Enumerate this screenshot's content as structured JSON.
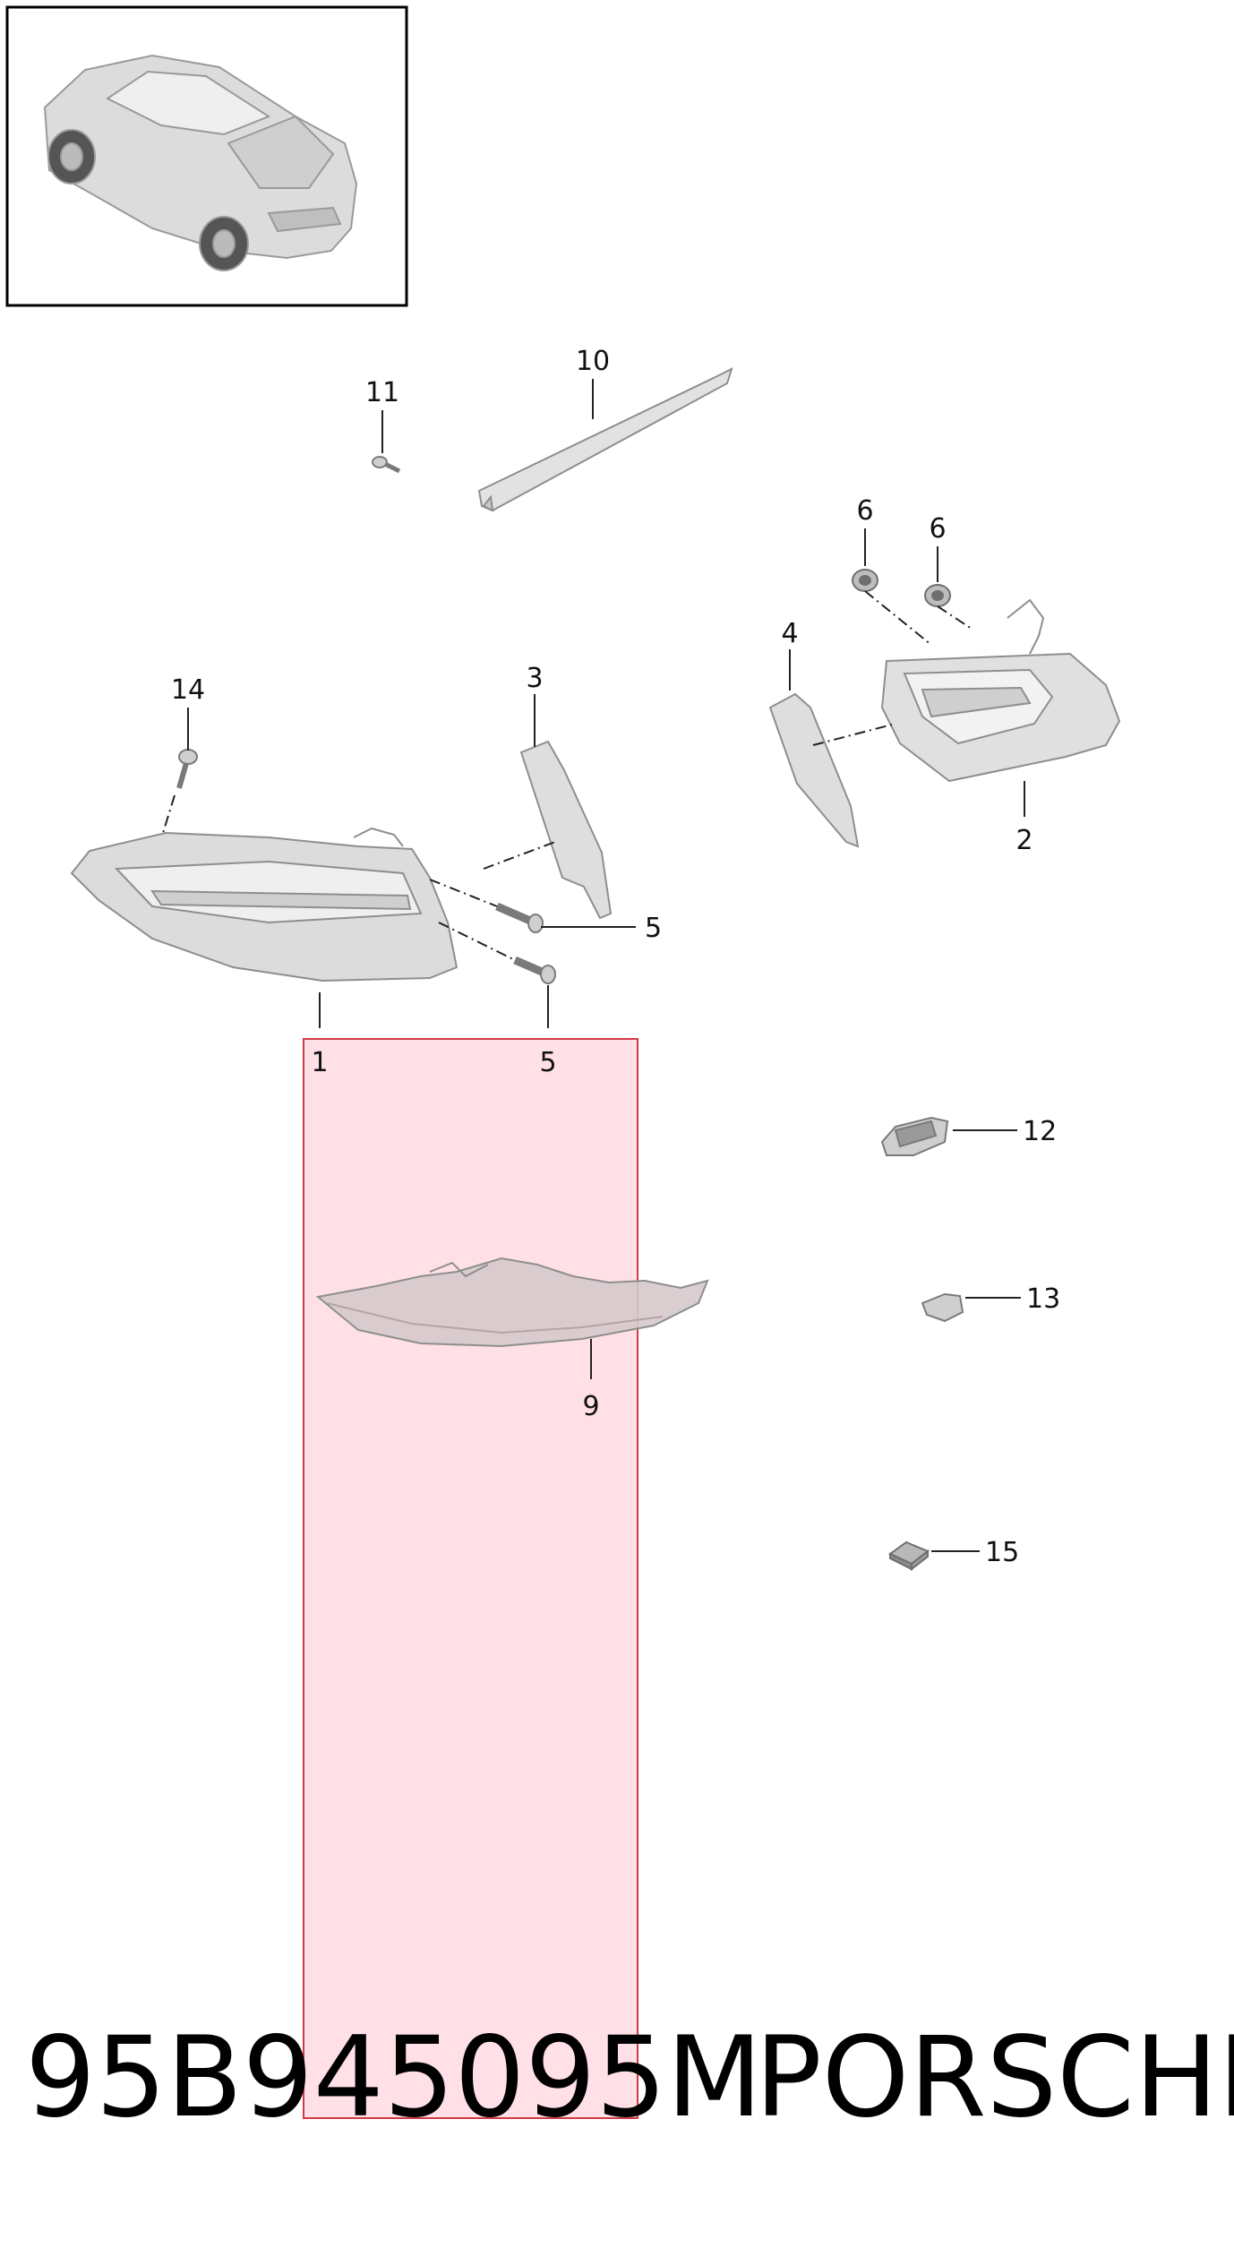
{
  "callouts": {
    "c1": "1",
    "c2": "2",
    "c3": "3",
    "c4": "4",
    "c5a": "5",
    "c5b": "5",
    "c6a": "6",
    "c6b": "6",
    "c9": "9",
    "c10": "10",
    "c11": "11",
    "c12": "12",
    "c13": "13",
    "c14": "14",
    "c15": "15"
  },
  "footer": {
    "part_number": "95B945095M",
    "brand": "PORSCHE"
  },
  "colors": {
    "highlight_fill": "#ffdde3",
    "highlight_stroke": "#d23a46",
    "part_fill": "#e2e2e2",
    "part_stroke": "#8e8e8e"
  }
}
